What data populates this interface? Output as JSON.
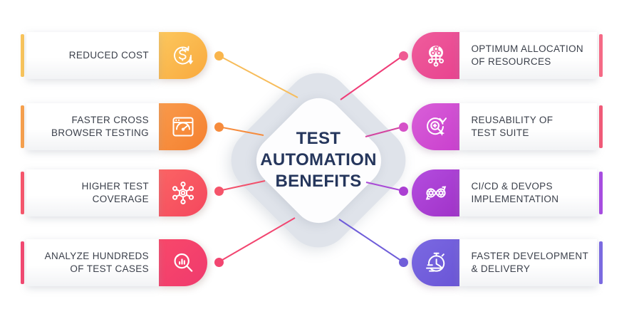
{
  "center": {
    "title_lines": [
      "TEST",
      "AUTOMATION",
      "BENEFITS"
    ],
    "line1": "TEST",
    "line2": "AUTOMATION",
    "line3": "BENEFITS",
    "text_color": "#25365c",
    "outer_color": "#dfe3ea",
    "inner_color": "#fdfdfe"
  },
  "left_items": [
    {
      "label": "REDUCED COST",
      "icon": "money-down-icon",
      "accent_color": "#fbc55a",
      "cap_color_start": "#fcc75e",
      "cap_color_end": "#f9a93d",
      "dot_color": "#f9b54c",
      "line_color": "#f7bc5a"
    },
    {
      "label": "FASTER CROSS\nBROWSER TESTING",
      "icon": "browser-speed-icon",
      "accent_color": "#f9a04a",
      "cap_color_start": "#f99a4b",
      "cap_color_end": "#f5802f",
      "dot_color": "#f68b3c",
      "line_color": "#f68b3c"
    },
    {
      "label": "HIGHER TEST\nCOVERAGE",
      "icon": "network-coverage-icon",
      "accent_color": "#f9546a",
      "cap_color_start": "#fb6464",
      "cap_color_end": "#f4475e",
      "dot_color": "#f5546a",
      "line_color": "#f2506b"
    },
    {
      "label": "ANALYZE HUNDREDS\nOF TEST CASES",
      "icon": "magnifier-chart-icon",
      "accent_color": "#f5466f",
      "cap_color_start": "#f8486a",
      "cap_color_end": "#ef3a6e",
      "dot_color": "#f24570",
      "line_color": "#f24570"
    }
  ],
  "right_items": [
    {
      "label": "OPTIMUM ALLOCATION\nOF RESOURCES",
      "icon": "resource-allocation-icon",
      "accent_color": "#f56a86",
      "cap_color_start": "#ef5d9c",
      "cap_color_end": "#e8438f",
      "dot_color": "#ef5a93",
      "line_color": "#ef3c77"
    },
    {
      "label": "REUSABILITY OF\nTEST SUITE",
      "icon": "reuse-search-icon",
      "accent_color": "#f05a78",
      "cap_color_start": "#d960d8",
      "cap_color_end": "#c93fce",
      "dot_color": "#d551c8",
      "line_color": "#d3449f"
    },
    {
      "label": "CI/CD & DEVOPS\nIMPLEMENTATION",
      "icon": "cicd-infinity-gears-icon",
      "accent_color": "#a74de0",
      "cap_color_start": "#b44ddf",
      "cap_color_end": "#a032c8",
      "dot_color": "#ab3fd2",
      "line_color": "#a94ad6"
    },
    {
      "label": "FASTER DEVELOPMENT\n& DELIVERY",
      "icon": "stopwatch-arrow-icon",
      "accent_color": "#7b6ae0",
      "cap_color_start": "#7b69e2",
      "cap_color_end": "#6a55d6",
      "dot_color": "#6f5dd9",
      "line_color": "#6f5dd9"
    }
  ]
}
